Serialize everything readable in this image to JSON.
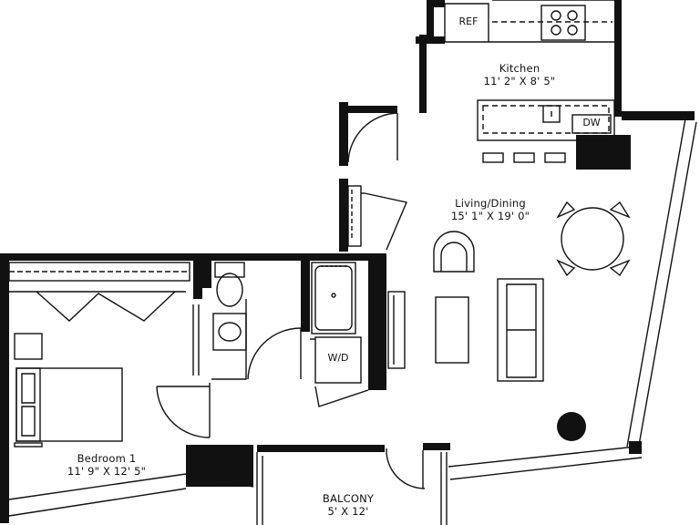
{
  "rooms": {
    "kitchen": {
      "name": "Kitchen",
      "dims": "11' 2\" X 8' 5\""
    },
    "living": {
      "name": "Living/Dining",
      "dims": "15' 1\" X 19' 0\""
    },
    "bedroom": {
      "name": "Bedroom 1",
      "dims": "11' 9\" X 12' 5\""
    },
    "balcony": {
      "name": "BALCONY",
      "dims": "5'  X 12'"
    }
  },
  "appliances": {
    "ref": "REF",
    "dw": "DW",
    "wd": "W/D"
  }
}
